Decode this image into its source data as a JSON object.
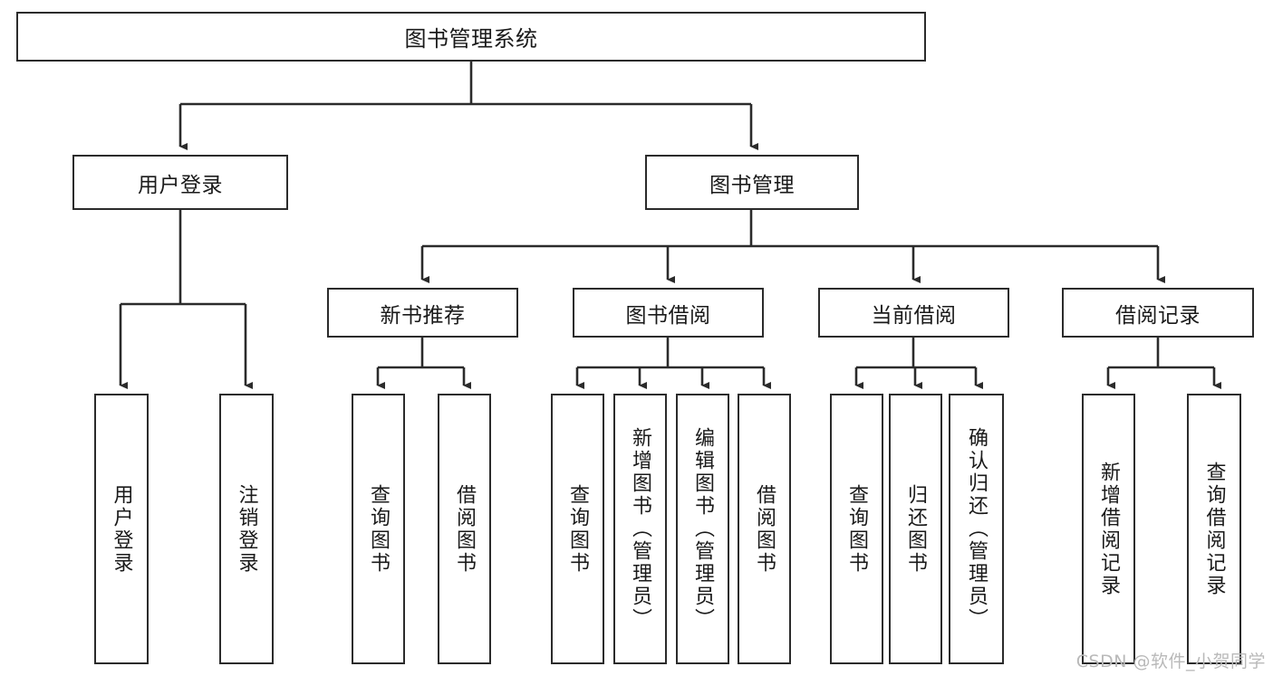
{
  "diagram": {
    "title": "图书管理系统",
    "type": "tree",
    "orientation": "top-down",
    "colors": {
      "box_border": "#2b2b2b",
      "box_fill": "#ffffff",
      "edge": "#2b2b2b",
      "text": "#1a1a1a",
      "watermark": "#b9b9b9",
      "background": "#ffffff"
    }
  },
  "nodes": {
    "root": {
      "label": "图书管理系统"
    },
    "level1": [
      {
        "id": "user-login",
        "label": "用户登录"
      },
      {
        "id": "book-management",
        "label": "图书管理"
      }
    ],
    "level2": [
      {
        "id": "new-book-recommend",
        "label": "新书推荐"
      },
      {
        "id": "book-borrow",
        "label": "图书借阅"
      },
      {
        "id": "current-borrow",
        "label": "当前借阅"
      },
      {
        "id": "borrow-record",
        "label": "借阅记录"
      }
    ],
    "leaves": {
      "user_login": [
        {
          "id": "leaf-user-login",
          "label": "用户登录"
        },
        {
          "id": "leaf-logout-login",
          "label": "注销登录"
        }
      ],
      "new_book_recommend": [
        {
          "id": "leaf-query-book-1",
          "label": "查询图书"
        },
        {
          "id": "leaf-borrow-book-1",
          "label": "借阅图书"
        }
      ],
      "book_borrow": [
        {
          "id": "leaf-query-book-2",
          "label": "查询图书"
        },
        {
          "id": "leaf-add-book",
          "label": "新增图书（管理员）"
        },
        {
          "id": "leaf-edit-book",
          "label": "编辑图书（管理员）"
        },
        {
          "id": "leaf-borrow-book-2",
          "label": "借阅图书"
        }
      ],
      "current_borrow": [
        {
          "id": "leaf-query-book-3",
          "label": "查询图书"
        },
        {
          "id": "leaf-return-book",
          "label": "归还图书"
        },
        {
          "id": "leaf-confirm-return",
          "label": "确认归还（管理员）"
        }
      ],
      "borrow_record": [
        {
          "id": "leaf-add-borrow-record",
          "label": "新增借阅记录"
        },
        {
          "id": "leaf-query-borrow-record",
          "label": "查询借阅记录"
        }
      ]
    }
  },
  "watermark": {
    "text": "CSDN @软件_小贺同学"
  }
}
